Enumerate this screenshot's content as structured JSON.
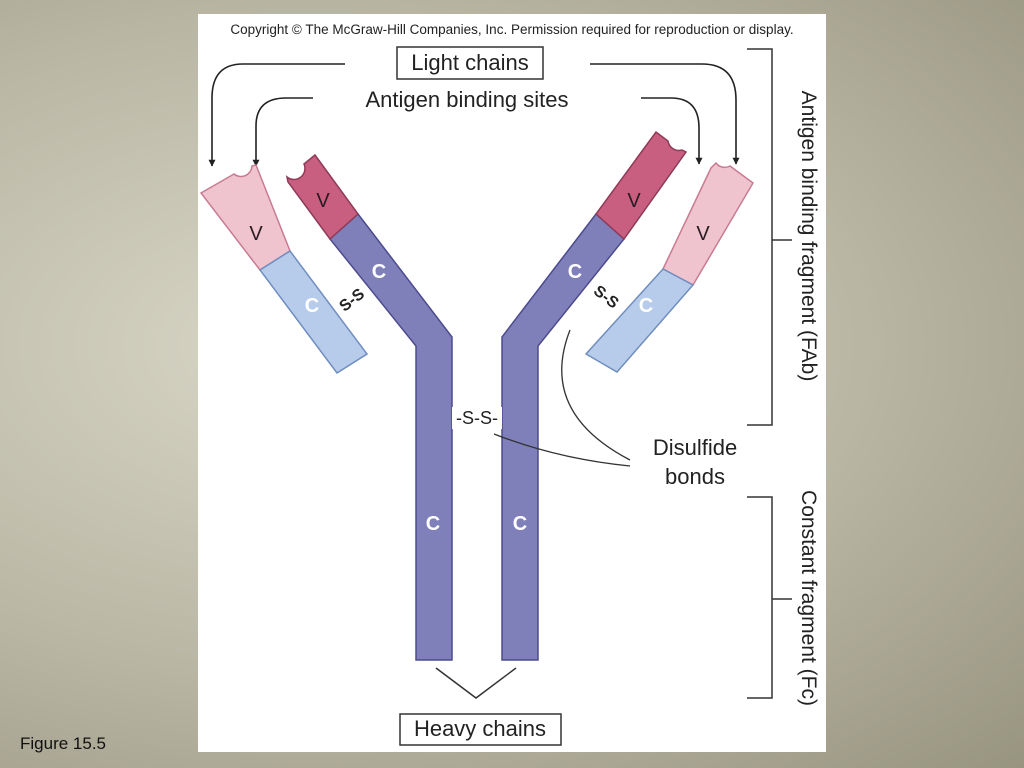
{
  "copyright": "Copyright © The McGraw-Hill Companies, Inc. Permission required for reproduction or display.",
  "labels": {
    "light_chains": "Light chains",
    "antigen_binding_sites": "Antigen binding sites",
    "disulfide_bonds_line1": "Disulfide",
    "disulfide_bonds_line2": "bonds",
    "heavy_chains": "Heavy chains",
    "fab": "Antigen binding fragment (FAb)",
    "fc": "Constant fragment (Fc)"
  },
  "segments": {
    "variable": "V",
    "constant": "C",
    "disulfide": "S-S",
    "hinge_disulfide": "-S-S-"
  },
  "caption": "Figure 15.5",
  "colors": {
    "heavy_constant": "#7f7fba",
    "heavy_variable": "#c85f80",
    "light_variable": "#f0c4cf",
    "light_constant": "#b7cbea"
  }
}
